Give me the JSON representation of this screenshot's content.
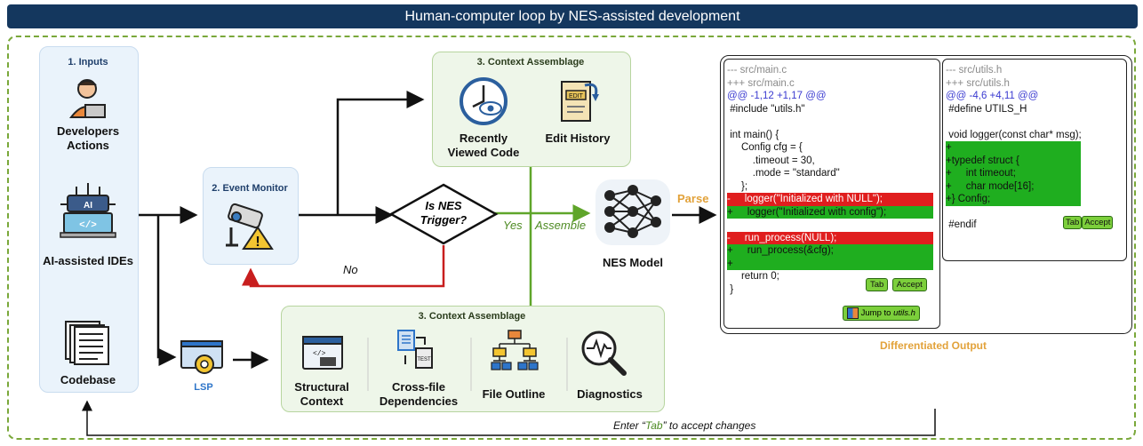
{
  "title": "Human-computer loop by NES-assisted development",
  "inputs": {
    "title": "1. Inputs",
    "developer": "Developers Actions",
    "ide": "AI-assisted IDEs",
    "codebase": "Codebase"
  },
  "event_monitor": {
    "title": "2. Event Monitor"
  },
  "context_top": {
    "title": "3. Context Assemblage",
    "items": [
      "Recently Viewed Code",
      "Edit History"
    ]
  },
  "context_bottom": {
    "title": "3. Context Assemblage",
    "items": [
      "Structural Context",
      "Cross-file Dependencies",
      "File Outline",
      "Diagnostics"
    ]
  },
  "lsp": "LSP",
  "decision": {
    "question": "Is NES Trigger?",
    "yes": "Yes",
    "no": "No",
    "assemble": "Assemble"
  },
  "model": "NES Model",
  "parse": "Parse",
  "output_label": "Differentiated Output",
  "loop_label_pre": "Enter “",
  "loop_label_key": "Tab",
  "loop_label_post": "” to accept changes",
  "diff_main": {
    "lines": [
      {
        "t": "--- src/main.c",
        "k": "gray"
      },
      {
        "t": "+++ src/main.c",
        "k": "gray"
      },
      {
        "t": "@@ -1,12 +1,17 @@",
        "k": "blue"
      },
      {
        "t": " #include \"utils.h\"",
        "k": ""
      },
      {
        "t": "",
        "k": ""
      },
      {
        "t": " int main() {",
        "k": ""
      },
      {
        "t": "     Config cfg = {",
        "k": ""
      },
      {
        "t": "         .timeout = 30,",
        "k": ""
      },
      {
        "t": "         .mode = \"standard\"",
        "k": ""
      },
      {
        "t": "     };",
        "k": ""
      },
      {
        "t": "-     logger(\"Initialized with NULL\");",
        "k": "red"
      },
      {
        "t": "+     logger(\"Initialized with config\");",
        "k": "green"
      },
      {
        "t": "",
        "k": ""
      },
      {
        "t": "-     run_process(NULL);",
        "k": "red"
      },
      {
        "t": "+     run_process(&cfg);",
        "k": "green"
      },
      {
        "t": "+",
        "k": "green"
      },
      {
        "t": "     return 0;",
        "k": ""
      },
      {
        "t": " }",
        "k": ""
      }
    ],
    "tab": "Tab",
    "accept": "Accept",
    "jump_pre": "Jump to ",
    "jump_file": "utils.h"
  },
  "diff_utils": {
    "lines": [
      {
        "t": "--- src/utils.h",
        "k": "gray"
      },
      {
        "t": "+++ src/utils.h",
        "k": "gray"
      },
      {
        "t": "@@ -4,6 +4,11 @@",
        "k": "blue"
      },
      {
        "t": " #define UTILS_H",
        "k": ""
      },
      {
        "t": "",
        "k": ""
      },
      {
        "t": " void logger(const char* msg);",
        "k": ""
      },
      {
        "t": "+",
        "k": "green"
      },
      {
        "t": "+typedef struct {",
        "k": "green"
      },
      {
        "t": "+     int timeout;",
        "k": "green"
      },
      {
        "t": "+     char mode[16];",
        "k": "green"
      },
      {
        "t": "+} Config;",
        "k": "green"
      },
      {
        "t": "",
        "k": ""
      },
      {
        "t": " #endif",
        "k": ""
      }
    ],
    "tab": "Tab",
    "accept": "Accept"
  },
  "colors": {
    "navy": "#14375e",
    "green_arrow": "#5fa52a",
    "red_arrow": "#c81e1e",
    "orange_label": "#e2a23a",
    "lsp_blue": "#2e75c9"
  }
}
